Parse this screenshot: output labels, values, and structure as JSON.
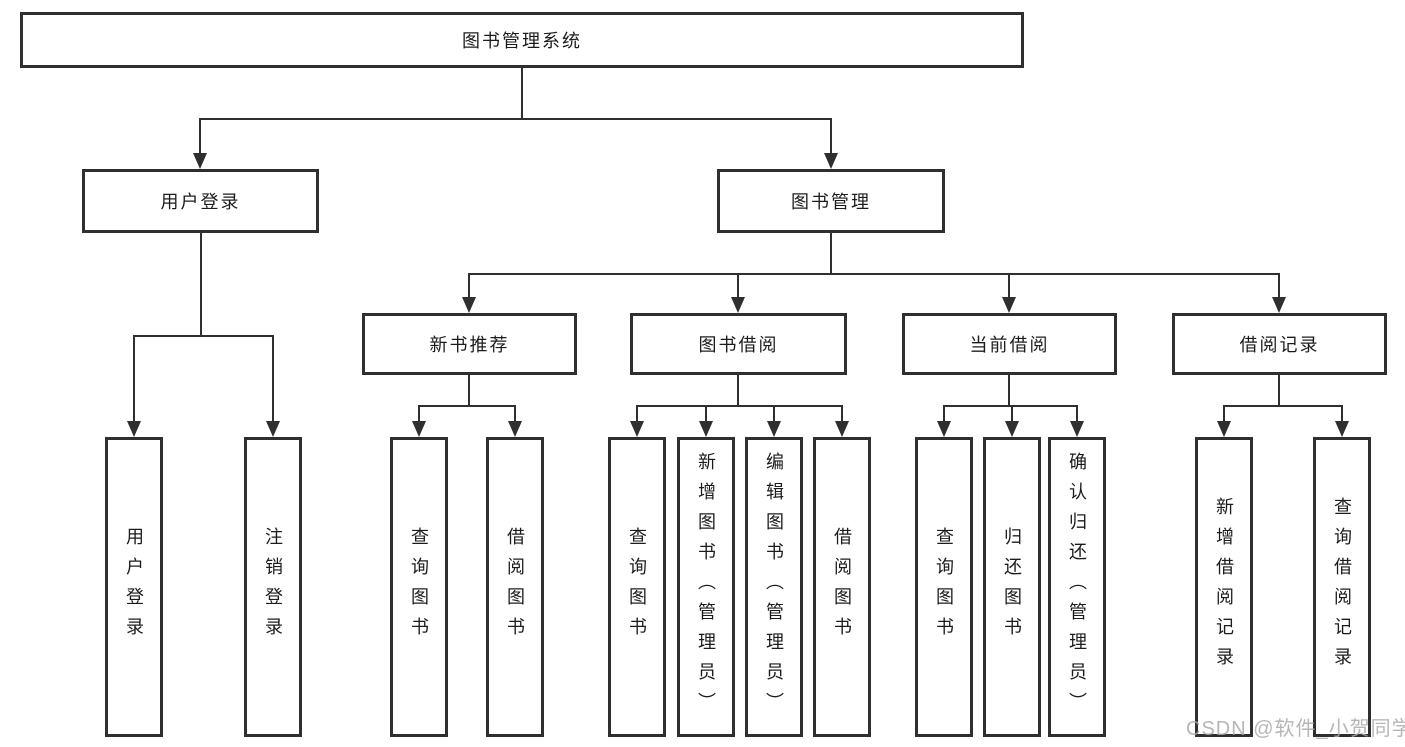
{
  "tree": {
    "label": "图书管理系统",
    "children": [
      {
        "label": "用户登录",
        "children": [
          {
            "label": "用户登录"
          },
          {
            "label": "注销登录"
          }
        ]
      },
      {
        "label": "图书管理",
        "children": [
          {
            "label": "新书推荐",
            "children": [
              {
                "label": "查询图书"
              },
              {
                "label": "借阅图书"
              }
            ]
          },
          {
            "label": "图书借阅",
            "children": [
              {
                "label": "查询图书"
              },
              {
                "label": "新增图书（管理员）"
              },
              {
                "label": "编辑图书（管理员）"
              },
              {
                "label": "借阅图书"
              }
            ]
          },
          {
            "label": "当前借阅",
            "children": [
              {
                "label": "查询图书"
              },
              {
                "label": "归还图书"
              },
              {
                "label": "确认归还（管理员）"
              }
            ]
          },
          {
            "label": "借阅记录",
            "children": [
              {
                "label": "新增借阅记录"
              },
              {
                "label": "查询借阅记录"
              }
            ]
          }
        ]
      }
    ]
  },
  "watermark": {
    "text": "CSDN @软件_小贺同学"
  },
  "colors": {
    "line": "#2f2f2f",
    "text": "#1c1c1c",
    "node_bg": "#ffffff",
    "watermark": "#aaaaaa",
    "background": "#ffffff"
  }
}
